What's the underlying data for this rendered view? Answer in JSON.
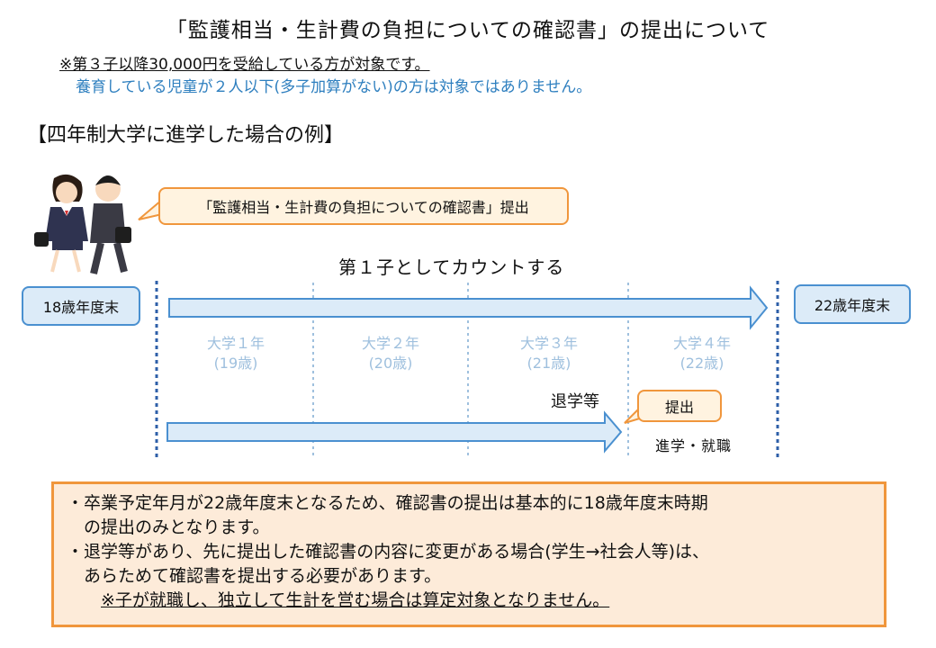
{
  "title": "「監護相当・生計費の負担についての確認書」の提出について",
  "note_primary": "※第３子以降30,000円を受給している方が対象です。",
  "note_secondary": "養育している児童が２人以下(多子加算がない)の方は対象ではありません。",
  "section_heading": "【四年制大学に進学した場合の例】",
  "callout_main": "「監護相当・生計費の負担についての確認書」提出",
  "count_label": "第１子としてカウントする",
  "age_start": "18歳年度末",
  "age_end": "22歳年度末",
  "years": [
    {
      "grade": "大学１年",
      "age": "(19歳)"
    },
    {
      "grade": "大学２年",
      "age": "(20歳)"
    },
    {
      "grade": "大学３年",
      "age": "(21歳)"
    },
    {
      "grade": "大学４年",
      "age": "(22歳)"
    }
  ],
  "withdraw_label": "退学等",
  "submit_label": "提出",
  "career_label": "進学・就職",
  "info": {
    "line1": "・卒業予定年月が22歳年度末となるため、確認書の提出は基本的に18歳年度末時期",
    "line2": "　の提出のみとなります。",
    "line3": "・退学等があり、先に提出した確認書の内容に変更がある場合(学生→社会人等)は、",
    "line4": "　あらためて確認書を提出する必要があります。",
    "line5": "※子が就職し、独立して生計を営む場合は算定対象となりません。"
  },
  "colors": {
    "arrow_fill": "#dcebf8",
    "arrow_stroke": "#4a90d0",
    "callout_border": "#f0963c",
    "callout_fill": "#fff3e0",
    "info_fill": "#fdebd9",
    "note_blue": "#2e7fbf"
  },
  "icons": [
    "students-illustration-icon"
  ]
}
